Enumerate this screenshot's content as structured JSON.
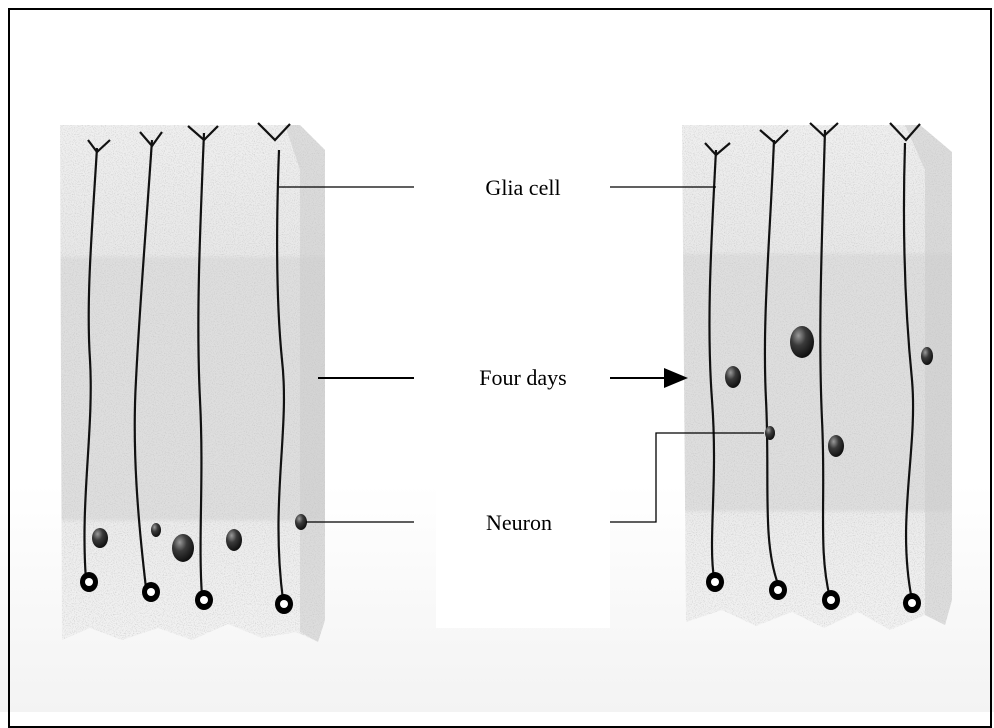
{
  "labels": {
    "glia_cell": "Glia cell",
    "four_days": "Four days",
    "neuron": "Neuron"
  },
  "colors": {
    "tissue_light": "#ececec",
    "tissue_mid": "#dcdcdc",
    "tissue_side": "#cfcfcf",
    "fiber": "#111111",
    "neuron": "#2a2a2a"
  },
  "icons": {
    "arrow": "arrow-right-icon"
  }
}
